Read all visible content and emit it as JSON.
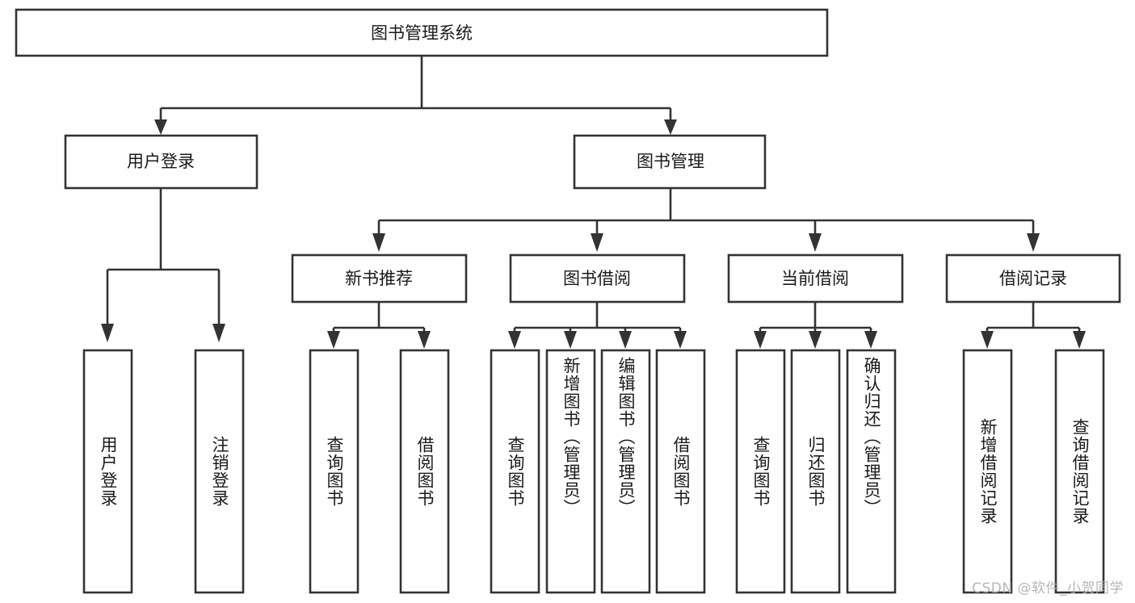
{
  "diagram": {
    "title": "图书管理系统",
    "type": "tree",
    "watermark": "CSDN @软件_小贺同学",
    "root": {
      "id": "root",
      "label": "图书管理系统"
    },
    "level2": [
      {
        "id": "user-login",
        "label": "用户登录"
      },
      {
        "id": "book-manage",
        "label": "图书管理"
      }
    ],
    "level3": [
      {
        "id": "new-book-rec",
        "label": "新书推荐",
        "parent": "book-manage"
      },
      {
        "id": "book-borrow",
        "label": "图书借阅",
        "parent": "book-manage"
      },
      {
        "id": "current-borrow",
        "label": "当前借阅",
        "parent": "book-manage"
      },
      {
        "id": "borrow-record",
        "label": "借阅记录",
        "parent": "book-manage"
      }
    ],
    "leaves": [
      {
        "id": "leaf-user-login",
        "label": "用户登录",
        "parent": "user-login"
      },
      {
        "id": "leaf-logout",
        "label": "注销登录",
        "parent": "user-login"
      },
      {
        "id": "leaf-query-book-1",
        "label": "查询图书",
        "parent": "new-book-rec"
      },
      {
        "id": "leaf-borrow-book-1",
        "label": "借阅图书",
        "parent": "new-book-rec"
      },
      {
        "id": "leaf-query-book-2",
        "label": "查询图书",
        "parent": "book-borrow"
      },
      {
        "id": "leaf-add-book",
        "label": "新增图书（管理员）",
        "parent": "book-borrow"
      },
      {
        "id": "leaf-edit-book",
        "label": "编辑图书（管理员）",
        "parent": "book-borrow"
      },
      {
        "id": "leaf-borrow-book-2",
        "label": "借阅图书",
        "parent": "book-borrow"
      },
      {
        "id": "leaf-query-book-3",
        "label": "查询图书",
        "parent": "current-borrow"
      },
      {
        "id": "leaf-return-book",
        "label": "归还图书",
        "parent": "current-borrow"
      },
      {
        "id": "leaf-confirm-return",
        "label": "确认归还（管理员）",
        "parent": "current-borrow"
      },
      {
        "id": "leaf-add-record",
        "label": "新增借阅记录",
        "parent": "borrow-record"
      },
      {
        "id": "leaf-query-record",
        "label": "查询借阅记录",
        "parent": "borrow-record"
      }
    ],
    "colors": {
      "stroke": "#333333",
      "fill": "#ffffff",
      "text": "#1a1a1a",
      "watermark": "#b6b6b6",
      "background": "#ffffff"
    }
  }
}
